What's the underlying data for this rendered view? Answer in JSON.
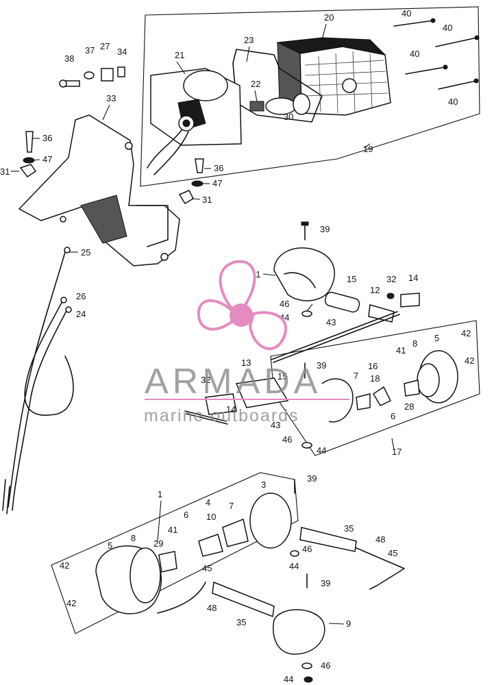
{
  "watermark": {
    "brand": "ARMADA",
    "tagline": "marine outboards",
    "logo_color": "#e48bbf",
    "text_color": "#8a8a8a"
  },
  "part_labels": [
    {
      "id": "p40a",
      "text": "40"
    },
    {
      "id": "p20",
      "text": "20"
    },
    {
      "id": "p40b",
      "text": "40"
    },
    {
      "id": "p23",
      "text": "23"
    },
    {
      "id": "p38",
      "text": "38"
    },
    {
      "id": "p37",
      "text": "37"
    },
    {
      "id": "p27",
      "text": "27"
    },
    {
      "id": "p34",
      "text": "34"
    },
    {
      "id": "p21",
      "text": "21"
    },
    {
      "id": "p40c",
      "text": "40"
    },
    {
      "id": "p22",
      "text": "22"
    },
    {
      "id": "p40d",
      "text": "40"
    },
    {
      "id": "p33",
      "text": "33"
    },
    {
      "id": "p30",
      "text": "30"
    },
    {
      "id": "p36a",
      "text": "36"
    },
    {
      "id": "p19",
      "text": "19"
    },
    {
      "id": "p47a",
      "text": "47"
    },
    {
      "id": "p31a",
      "text": "31"
    },
    {
      "id": "p36b",
      "text": "36"
    },
    {
      "id": "p47b",
      "text": "47"
    },
    {
      "id": "p31b",
      "text": "31"
    },
    {
      "id": "p39a",
      "text": "39"
    },
    {
      "id": "p25",
      "text": "25"
    },
    {
      "id": "p11",
      "text": "11"
    },
    {
      "id": "p15a",
      "text": "15"
    },
    {
      "id": "p32a",
      "text": "32"
    },
    {
      "id": "p14a",
      "text": "14"
    },
    {
      "id": "p12",
      "text": "12"
    },
    {
      "id": "p26",
      "text": "26"
    },
    {
      "id": "p46a",
      "text": "46"
    },
    {
      "id": "p24",
      "text": "24"
    },
    {
      "id": "p44a",
      "text": "44"
    },
    {
      "id": "p43a",
      "text": "43"
    },
    {
      "id": "p42a",
      "text": "42"
    },
    {
      "id": "p8a",
      "text": "8"
    },
    {
      "id": "p5a",
      "text": "5"
    },
    {
      "id": "p41a",
      "text": "41"
    },
    {
      "id": "p42b",
      "text": "42"
    },
    {
      "id": "p39b",
      "text": "39"
    },
    {
      "id": "p13",
      "text": "13"
    },
    {
      "id": "p16",
      "text": "16"
    },
    {
      "id": "p32b",
      "text": "32"
    },
    {
      "id": "p15b",
      "text": "15"
    },
    {
      "id": "p7a",
      "text": "7"
    },
    {
      "id": "p18",
      "text": "18"
    },
    {
      "id": "p14b",
      "text": "14"
    },
    {
      "id": "p6a",
      "text": "6"
    },
    {
      "id": "p28",
      "text": "28"
    },
    {
      "id": "p43b",
      "text": "43"
    },
    {
      "id": "p46b",
      "text": "46"
    },
    {
      "id": "p44b",
      "text": "44"
    },
    {
      "id": "p17",
      "text": "17"
    },
    {
      "id": "p39c",
      "text": "39"
    },
    {
      "id": "p1",
      "text": "1"
    },
    {
      "id": "p4",
      "text": "4"
    },
    {
      "id": "p3",
      "text": "3"
    },
    {
      "id": "p6b",
      "text": "6"
    },
    {
      "id": "p10",
      "text": "10"
    },
    {
      "id": "p7b",
      "text": "7"
    },
    {
      "id": "p35a",
      "text": "35"
    },
    {
      "id": "p41b",
      "text": "41"
    },
    {
      "id": "p8b",
      "text": "8"
    },
    {
      "id": "p29",
      "text": "29"
    },
    {
      "id": "p5b",
      "text": "5"
    },
    {
      "id": "p46c",
      "text": "46"
    },
    {
      "id": "p48a",
      "text": "48"
    },
    {
      "id": "p45a",
      "text": "45"
    },
    {
      "id": "p42c",
      "text": "42"
    },
    {
      "id": "p44c",
      "text": "44"
    },
    {
      "id": "p45b",
      "text": "45"
    },
    {
      "id": "p39d",
      "text": "39"
    },
    {
      "id": "p48b",
      "text": "48"
    },
    {
      "id": "p42d",
      "text": "42"
    },
    {
      "id": "p35b",
      "text": "35"
    },
    {
      "id": "p9",
      "text": "9"
    },
    {
      "id": "p46d",
      "text": "46"
    },
    {
      "id": "p44d",
      "text": "44"
    }
  ]
}
